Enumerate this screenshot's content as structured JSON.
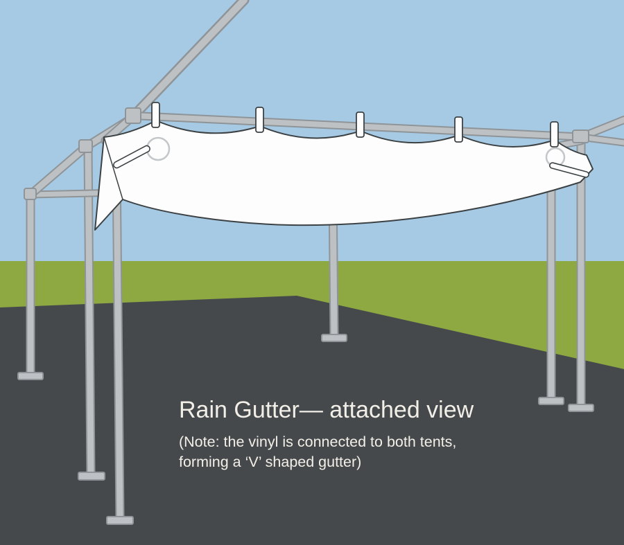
{
  "caption": {
    "heading": "Rain Gutter— attached view",
    "note_line1": "(Note: the vinyl is connected to both tents,",
    "note_line2": "forming a ‘V’ shaped gutter)"
  },
  "scene": {
    "description": "Illustration of a white vinyl rain gutter attached between two tent frames",
    "elements": [
      "tent-frame-poles",
      "top-rail",
      "gutter-straps",
      "grommets",
      "toggle-pegs",
      "base-plates"
    ]
  },
  "colors": {
    "sky": "#a6c9e4",
    "grass": "#8ea942",
    "ground": "#46494b",
    "pole": "#bdc1c3",
    "pole_outline": "#8e9497",
    "vinyl": "#fdfdfd",
    "vinyl_outline": "#3c4143",
    "text": "#f2efe8"
  }
}
